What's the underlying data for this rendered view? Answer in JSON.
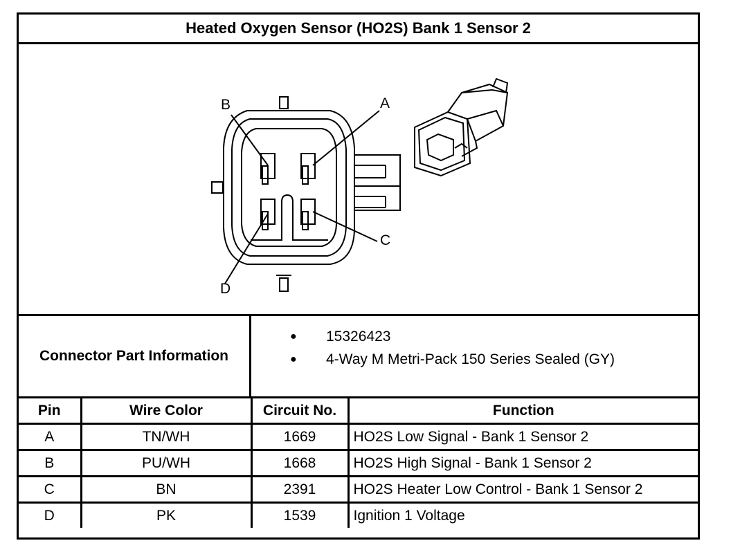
{
  "title": "Heated Oxygen Sensor (HO2S) Bank 1 Sensor 2",
  "diagram": {
    "pin_labels": {
      "a": "A",
      "b": "B",
      "c": "C",
      "d": "D"
    }
  },
  "connector_info": {
    "label": "Connector Part Information",
    "items": [
      "15326423",
      "4-Way M Metri-Pack 150 Series Sealed (GY)"
    ]
  },
  "table": {
    "headers": {
      "pin": "Pin",
      "wire_color": "Wire Color",
      "circuit": "Circuit No.",
      "function": "Function"
    },
    "rows": [
      {
        "pin": "A",
        "wire_color": "TN/WH",
        "circuit": "1669",
        "function": "HO2S Low Signal - Bank 1 Sensor 2"
      },
      {
        "pin": "B",
        "wire_color": "PU/WH",
        "circuit": "1668",
        "function": "HO2S High Signal - Bank 1 Sensor 2"
      },
      {
        "pin": "C",
        "wire_color": "BN",
        "circuit": "2391",
        "function": "HO2S Heater Low Control - Bank 1 Sensor 2"
      },
      {
        "pin": "D",
        "wire_color": "PK",
        "circuit": "1539",
        "function": "Ignition 1 Voltage"
      }
    ]
  }
}
